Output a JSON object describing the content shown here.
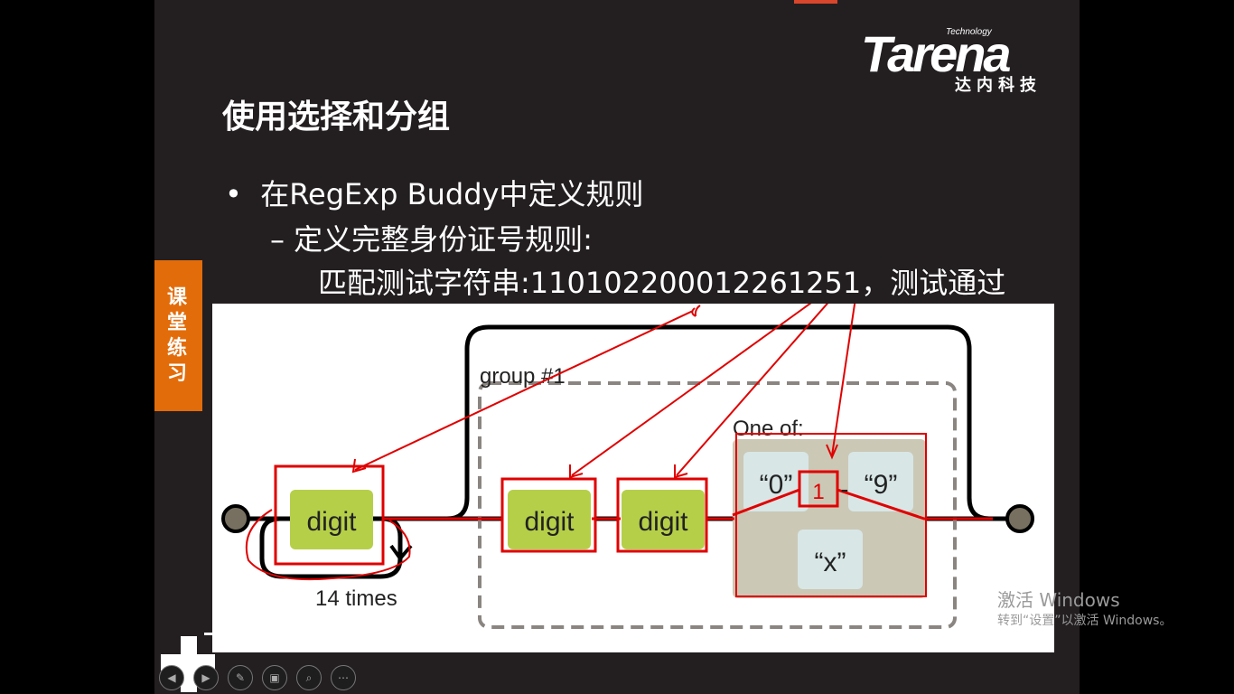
{
  "slide": {
    "title": "使用选择和分组",
    "bullet_1": "在RegExp Buddy中定义规则",
    "bullet_2": "– 定义完整身份证号规则:",
    "bullet_3": "匹配测试字符串:110102200012261251，测试通过",
    "side_tab": "课堂练习"
  },
  "logo": {
    "tech": "Technology",
    "name": "Tarena",
    "cn": "达内科技"
  },
  "diagram": {
    "group_label": "group #1",
    "one_of_label": "One of:",
    "digit_label": "digit",
    "repeat_label": "14 times",
    "char_0": "“0”",
    "char_9": "“9”",
    "char_x": "“x”",
    "annot_1": "1",
    "annot_dash": "-"
  },
  "watermark": {
    "line1": "激活 Windows",
    "line2": "转到“设置”以激活 Windows。"
  },
  "nav": {
    "buttons": [
      "prev-icon",
      "next-icon",
      "pen-icon",
      "slides-icon",
      "zoom-icon",
      "more-icon"
    ]
  },
  "colors": {
    "slide_bg": "#231f20",
    "accent_orange": "#e36c0a",
    "digit_green": "#b5cf48",
    "annotation_red": "#e00000"
  }
}
